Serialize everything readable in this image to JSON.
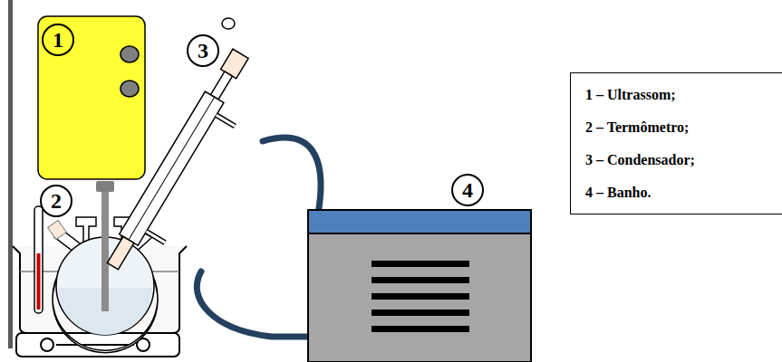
{
  "diagram": {
    "nodes": [
      {
        "text": [
          "1 – Ultrassom;",
          "2 – Termômetro;",
          "3 – Condensador;",
          "4 – Banho."
        ]
      }
    ],
    "labels": [
      "1",
      "2",
      "3",
      "4"
    ]
  }
}
